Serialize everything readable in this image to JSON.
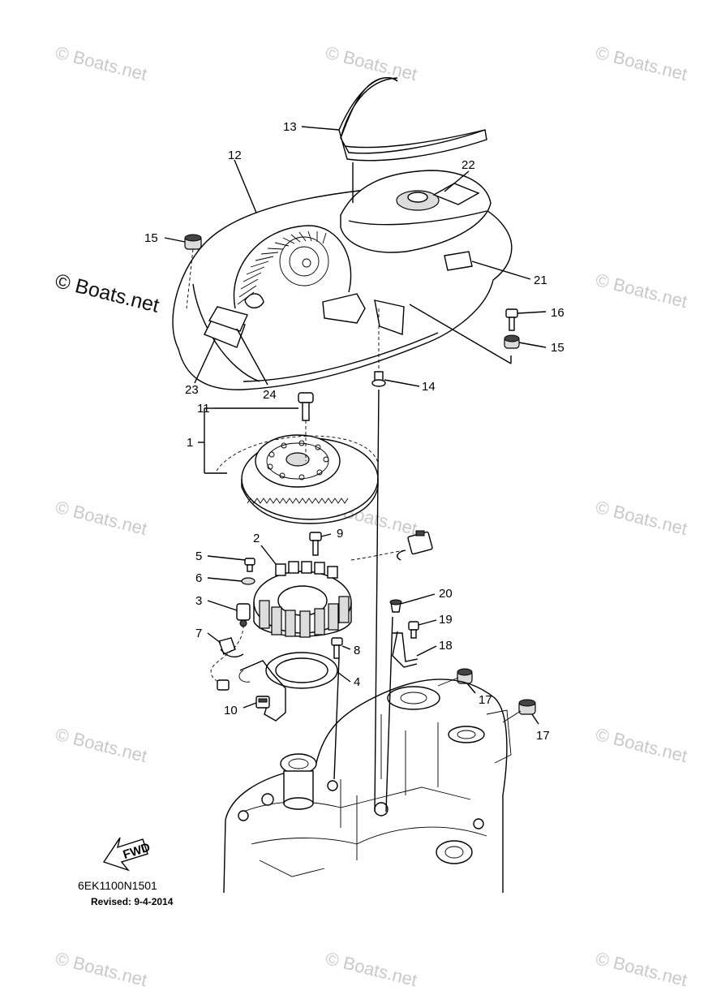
{
  "watermark": {
    "text": "© Boats.net"
  },
  "diagram": {
    "drawing_code": "6EK1100N1501",
    "revised": "Revised: 9-4-2014",
    "fwd_label": "FWD",
    "callouts": [
      "13",
      "12",
      "22",
      "15",
      "21",
      "16",
      "15",
      "14",
      "23",
      "24",
      "11",
      "1",
      "9",
      "2",
      "5",
      "6",
      "3",
      "7",
      "20",
      "19",
      "18",
      "8",
      "4",
      "17",
      "10",
      "17"
    ]
  }
}
